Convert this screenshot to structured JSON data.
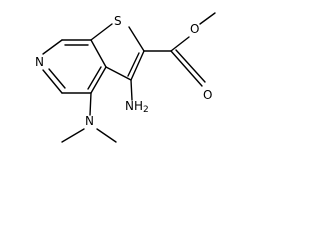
{
  "molecule": {
    "atoms": {
      "pyridine_n": "N",
      "thiophene_s": "S",
      "carbonyl_o": "O",
      "ester_o": "O",
      "amine_n": "N",
      "amino_group": "NH",
      "amino_subscript": "2"
    }
  }
}
